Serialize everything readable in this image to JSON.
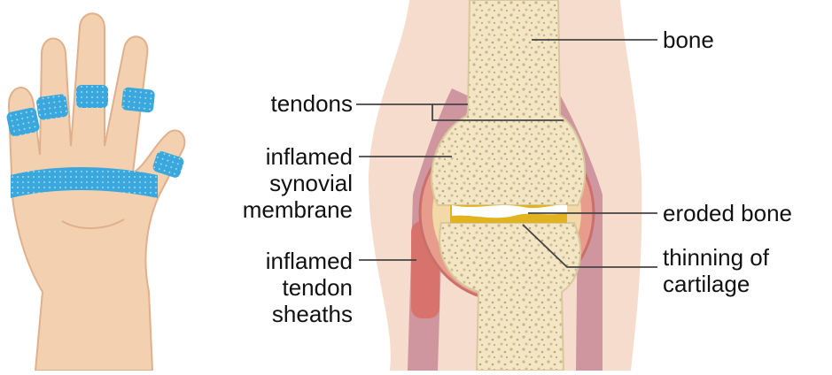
{
  "labels": {
    "tendons": "tendons",
    "synovial": [
      "inflamed",
      "synovial",
      "membrane"
    ],
    "sheaths": [
      "inflamed",
      "tendon",
      "sheaths"
    ],
    "bone": "bone",
    "eroded": "eroded bone",
    "cartilage": [
      "thinning of",
      "cartilage"
    ]
  },
  "colors": {
    "skin": "#f3d0b0",
    "skin_shadow": "#e0b08c",
    "tissue": "#f6dccc",
    "bone": "#f2e6c4",
    "bone_spot": "#c9b48a",
    "sheath": "#c98a98",
    "sheath_inflamed": "#d86e66",
    "cartilage": "#e2b320",
    "highlight": "#3aa8dc"
  }
}
